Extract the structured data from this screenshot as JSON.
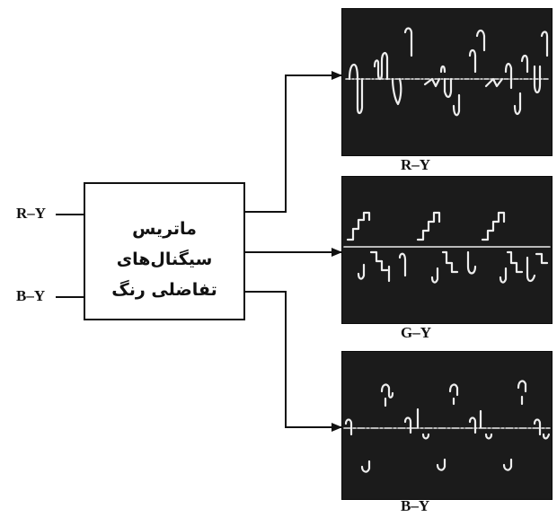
{
  "matrix_box": {
    "line1": "ماتریس سیگنال‌های",
    "line2": "تفاضلی رنگ"
  },
  "inputs": {
    "r_y": "R–Y",
    "b_y": "B–Y"
  },
  "outputs": [
    {
      "caption": "R–Y"
    },
    {
      "caption": "G–Y"
    },
    {
      "caption": "B–Y"
    }
  ]
}
